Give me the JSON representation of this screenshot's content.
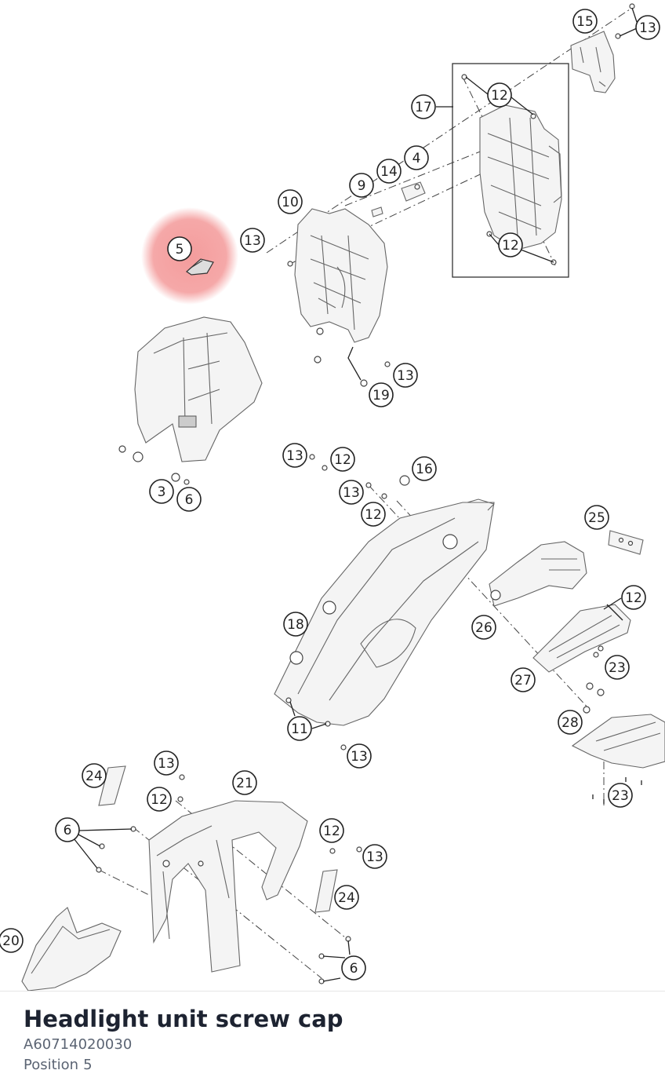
{
  "part": {
    "title": "Headlight unit screw cap",
    "number": "A60714020030",
    "position_label": "Position",
    "position_value": "5"
  },
  "highlight_color": "#f28b8b",
  "callouts": [
    {
      "id": "c15",
      "label": "15"
    },
    {
      "id": "c13a",
      "label": "13"
    },
    {
      "id": "c12a",
      "label": "12"
    },
    {
      "id": "c17",
      "label": "17"
    },
    {
      "id": "c4",
      "label": "4"
    },
    {
      "id": "c14",
      "label": "14"
    },
    {
      "id": "c9",
      "label": "9"
    },
    {
      "id": "c10",
      "label": "10"
    },
    {
      "id": "c13b",
      "label": "13"
    },
    {
      "id": "c5",
      "label": "5"
    },
    {
      "id": "c12b",
      "label": "12"
    },
    {
      "id": "c13c",
      "label": "13"
    },
    {
      "id": "c19",
      "label": "19"
    },
    {
      "id": "c13d",
      "label": "13"
    },
    {
      "id": "c12c",
      "label": "12"
    },
    {
      "id": "c16",
      "label": "16"
    },
    {
      "id": "c13e",
      "label": "13"
    },
    {
      "id": "c12d",
      "label": "12"
    },
    {
      "id": "c3",
      "label": "3"
    },
    {
      "id": "c6a",
      "label": "6"
    },
    {
      "id": "c25",
      "label": "25"
    },
    {
      "id": "c12e",
      "label": "12"
    },
    {
      "id": "c18",
      "label": "18"
    },
    {
      "id": "c26",
      "label": "26"
    },
    {
      "id": "c23a",
      "label": "23"
    },
    {
      "id": "c27",
      "label": "27"
    },
    {
      "id": "c28",
      "label": "28"
    },
    {
      "id": "c11",
      "label": "11"
    },
    {
      "id": "c13f",
      "label": "13"
    },
    {
      "id": "c23b",
      "label": "23"
    },
    {
      "id": "c13g",
      "label": "13"
    },
    {
      "id": "c24a",
      "label": "24"
    },
    {
      "id": "c21",
      "label": "21"
    },
    {
      "id": "c12f",
      "label": "12"
    },
    {
      "id": "c6b",
      "label": "6"
    },
    {
      "id": "c12g",
      "label": "12"
    },
    {
      "id": "c13h",
      "label": "13"
    },
    {
      "id": "c24b",
      "label": "24"
    },
    {
      "id": "c20",
      "label": "20"
    },
    {
      "id": "c6c",
      "label": "6"
    }
  ]
}
